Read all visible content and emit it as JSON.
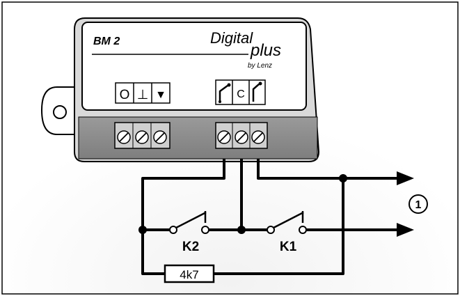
{
  "module": {
    "model": "BM 2",
    "brand_top": "Digital",
    "brand_bottom": "plus",
    "maker": "by Lenz",
    "left_symbols": [
      "O",
      "⊥",
      "▼"
    ],
    "right_symbols": [
      "",
      "C",
      ""
    ]
  },
  "circuit": {
    "switch_left": "K2",
    "switch_right": "K1",
    "resistor": "4k7",
    "output_marker": "1"
  }
}
